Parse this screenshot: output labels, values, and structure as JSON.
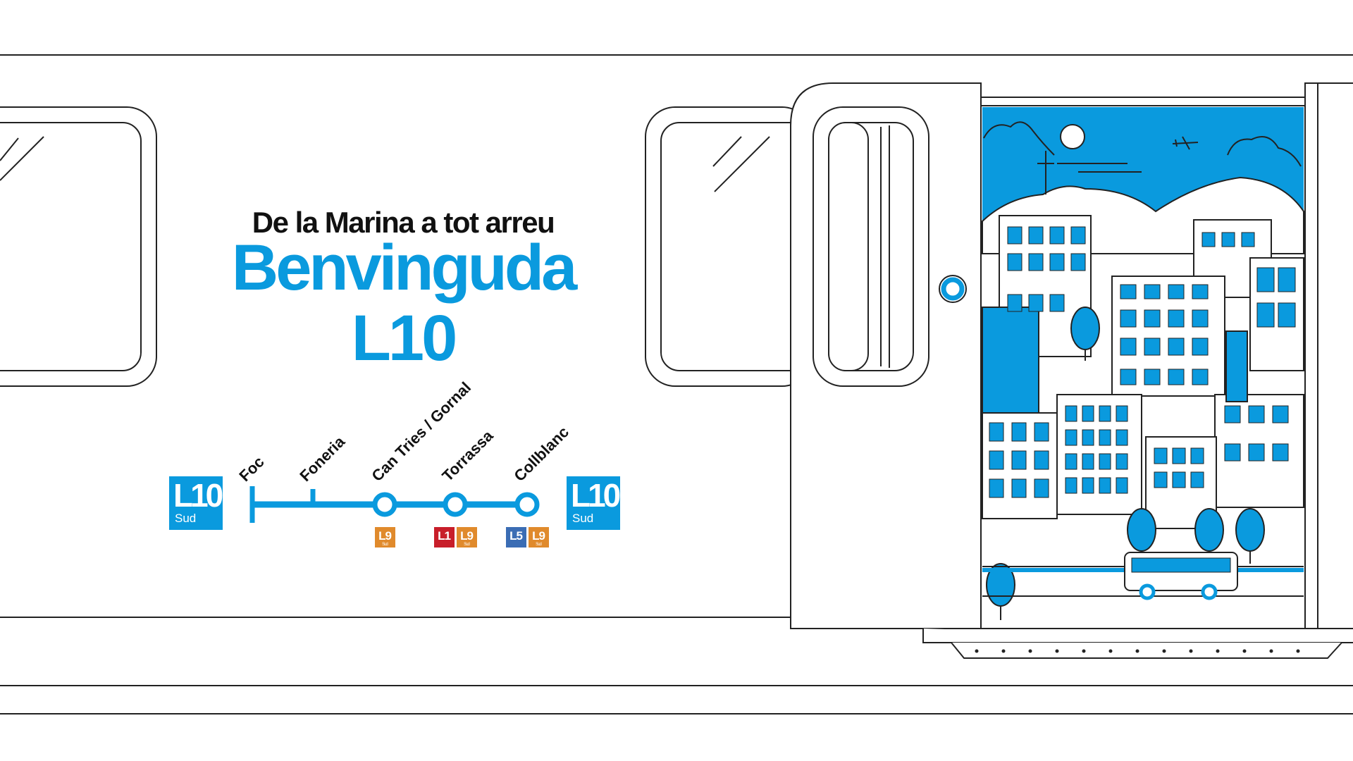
{
  "headline": "De la Marina a tot arreu",
  "title": "Benvinguda L10",
  "line": {
    "name": "L10",
    "sub": "Sud",
    "color": "#0a9ade",
    "stations": [
      {
        "name": "Foc",
        "connections": []
      },
      {
        "name": "Foneria",
        "connections": []
      },
      {
        "name": "Can Tries / Gornal",
        "connections": [
          {
            "label": "L9",
            "sub": "Sud",
            "color": "#e08a2c"
          }
        ]
      },
      {
        "name": "Torrassa",
        "connections": [
          {
            "label": "L1",
            "sub": "",
            "color": "#c81e2a"
          },
          {
            "label": "L9",
            "sub": "Sud",
            "color": "#e08a2c"
          }
        ]
      },
      {
        "name": "Collblanc",
        "connections": [
          {
            "label": "L5",
            "sub": "",
            "color": "#3b6db4"
          },
          {
            "label": "L9",
            "sub": "Sud",
            "color": "#e08a2c"
          }
        ]
      }
    ]
  },
  "colors": {
    "accent": "#0a9ade",
    "outline": "#222222"
  }
}
